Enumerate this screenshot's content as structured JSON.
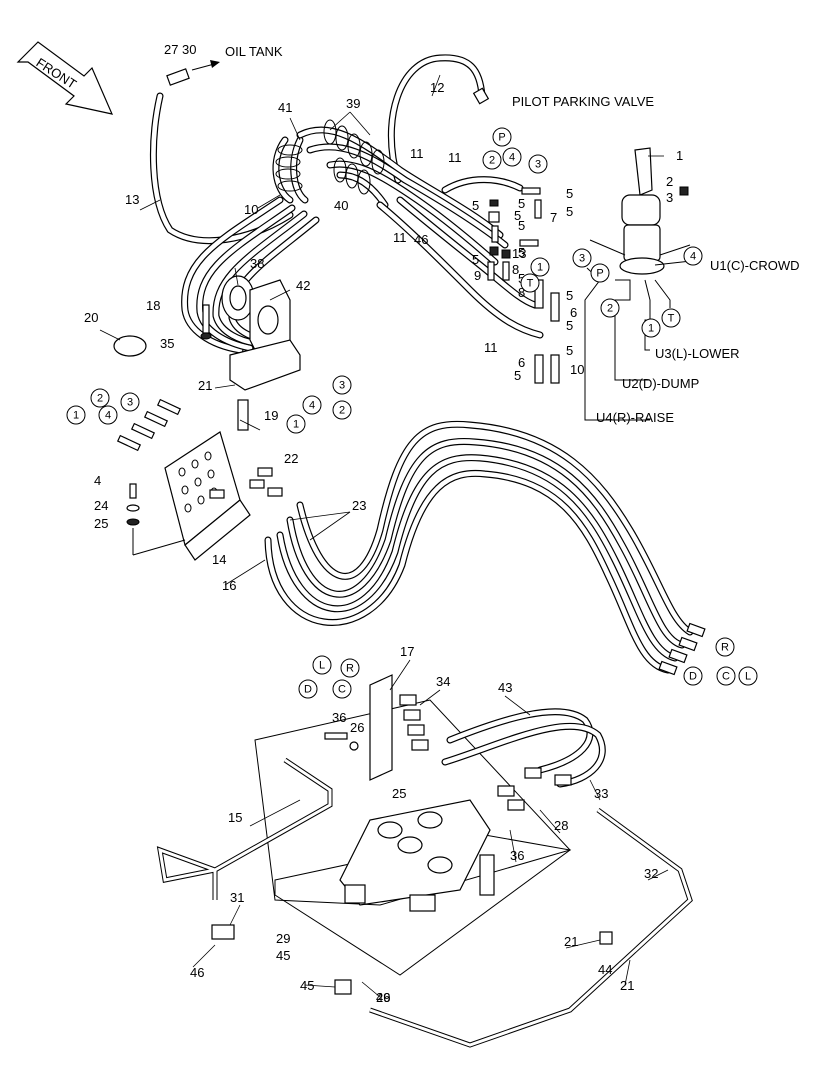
{
  "text_labels": [
    {
      "id": "front",
      "text": "FRONT"
    },
    {
      "id": "oil-tank",
      "text": "OIL TANK"
    },
    {
      "id": "pilot-parking-valve",
      "text": "PILOT PARKING VALVE"
    },
    {
      "id": "u1",
      "text": "U1(C)-CROWD"
    },
    {
      "id": "u3",
      "text": "U3(L)-LOWER"
    },
    {
      "id": "u2",
      "text": "U2(D)-DUMP"
    },
    {
      "id": "u4",
      "text": "U4(R)-RAISE"
    }
  ],
  "part_numbers": [
    "27",
    "30",
    "12",
    "41",
    "39",
    "1",
    "13",
    "11",
    "11",
    "11",
    "2",
    "3",
    "5",
    "5",
    "5",
    "5",
    "5",
    "5",
    "5",
    "5",
    "5",
    "5",
    "5",
    "5",
    "7",
    "8",
    "9",
    "8",
    "6",
    "6",
    "5",
    "10",
    "10",
    "40",
    "38",
    "42",
    "18",
    "20",
    "35",
    "21",
    "19",
    "22",
    "4",
    "24",
    "25",
    "14",
    "23",
    "16",
    "17",
    "34",
    "43",
    "36",
    "26",
    "25",
    "28",
    "33",
    "36",
    "15",
    "32",
    "31",
    "46",
    "29",
    "45",
    "21",
    "44",
    "21",
    "45",
    "29",
    "46",
    "46",
    "11",
    "13",
    "5"
  ],
  "circled_labels": [
    "P",
    "2",
    "4",
    "3",
    "T",
    "1",
    "3",
    "P",
    "4",
    "2",
    "1",
    "T",
    "3",
    "2",
    "4",
    "1",
    "2",
    "3",
    "1",
    "4",
    "R",
    "C",
    "D",
    "L",
    "L",
    "R",
    "D",
    "C"
  ],
  "colors": {
    "line": "#000000",
    "background": "#ffffff"
  }
}
